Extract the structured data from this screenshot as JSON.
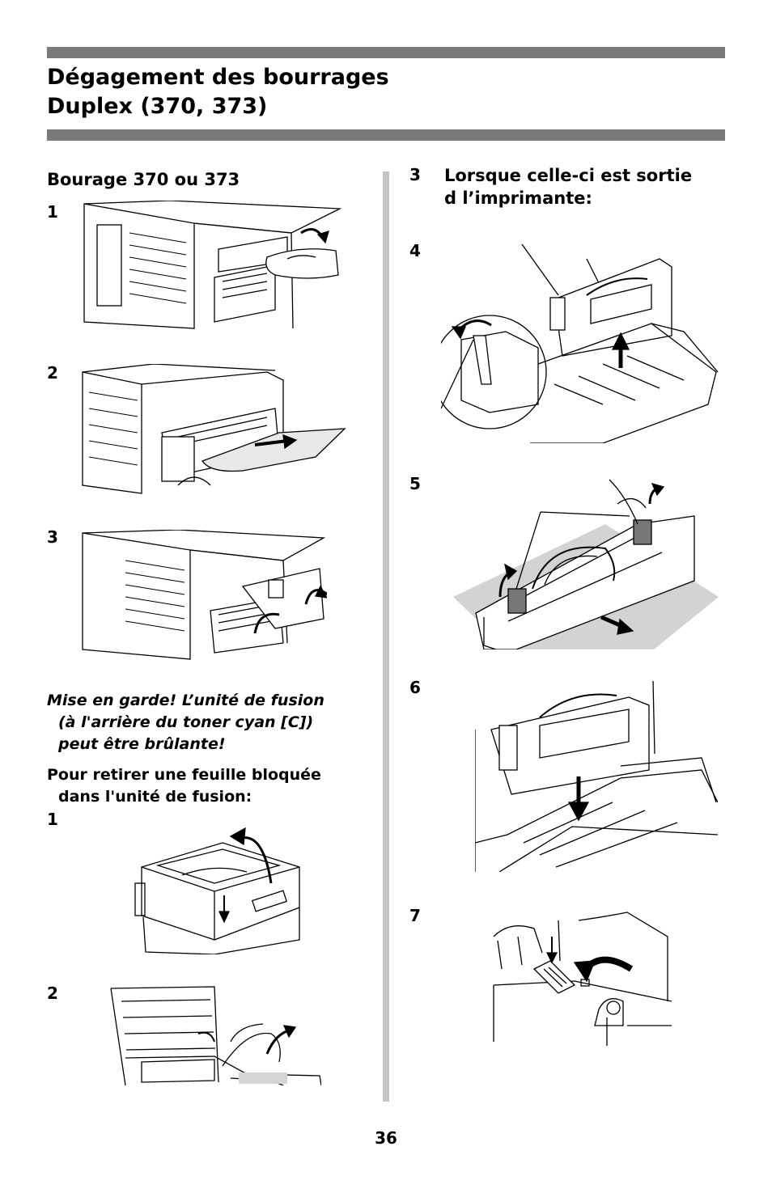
{
  "header": {
    "title_line1": "Dégagement des bourrages",
    "title_line2": "Duplex (370, 373)"
  },
  "left": {
    "section_title": "Bourage 370 ou 373",
    "steps": [
      "1",
      "2",
      "3"
    ],
    "warning": [
      "Mise en garde! L’unité de fusion",
      "(à l'arrière du toner cyan [C])",
      "peut être brûlante!"
    ],
    "instruction": [
      "Pour retirer une feuille bloquée",
      "dans l'unité de fusion:"
    ],
    "fuser_steps": [
      "1",
      "2"
    ]
  },
  "right": {
    "step3_number": "3",
    "step3_text": [
      "Lorsque celle-ci est sortie",
      "d l’imprimante:"
    ],
    "steps": [
      "4",
      "5",
      "6",
      "7"
    ]
  },
  "footer": {
    "page_number": "36"
  }
}
